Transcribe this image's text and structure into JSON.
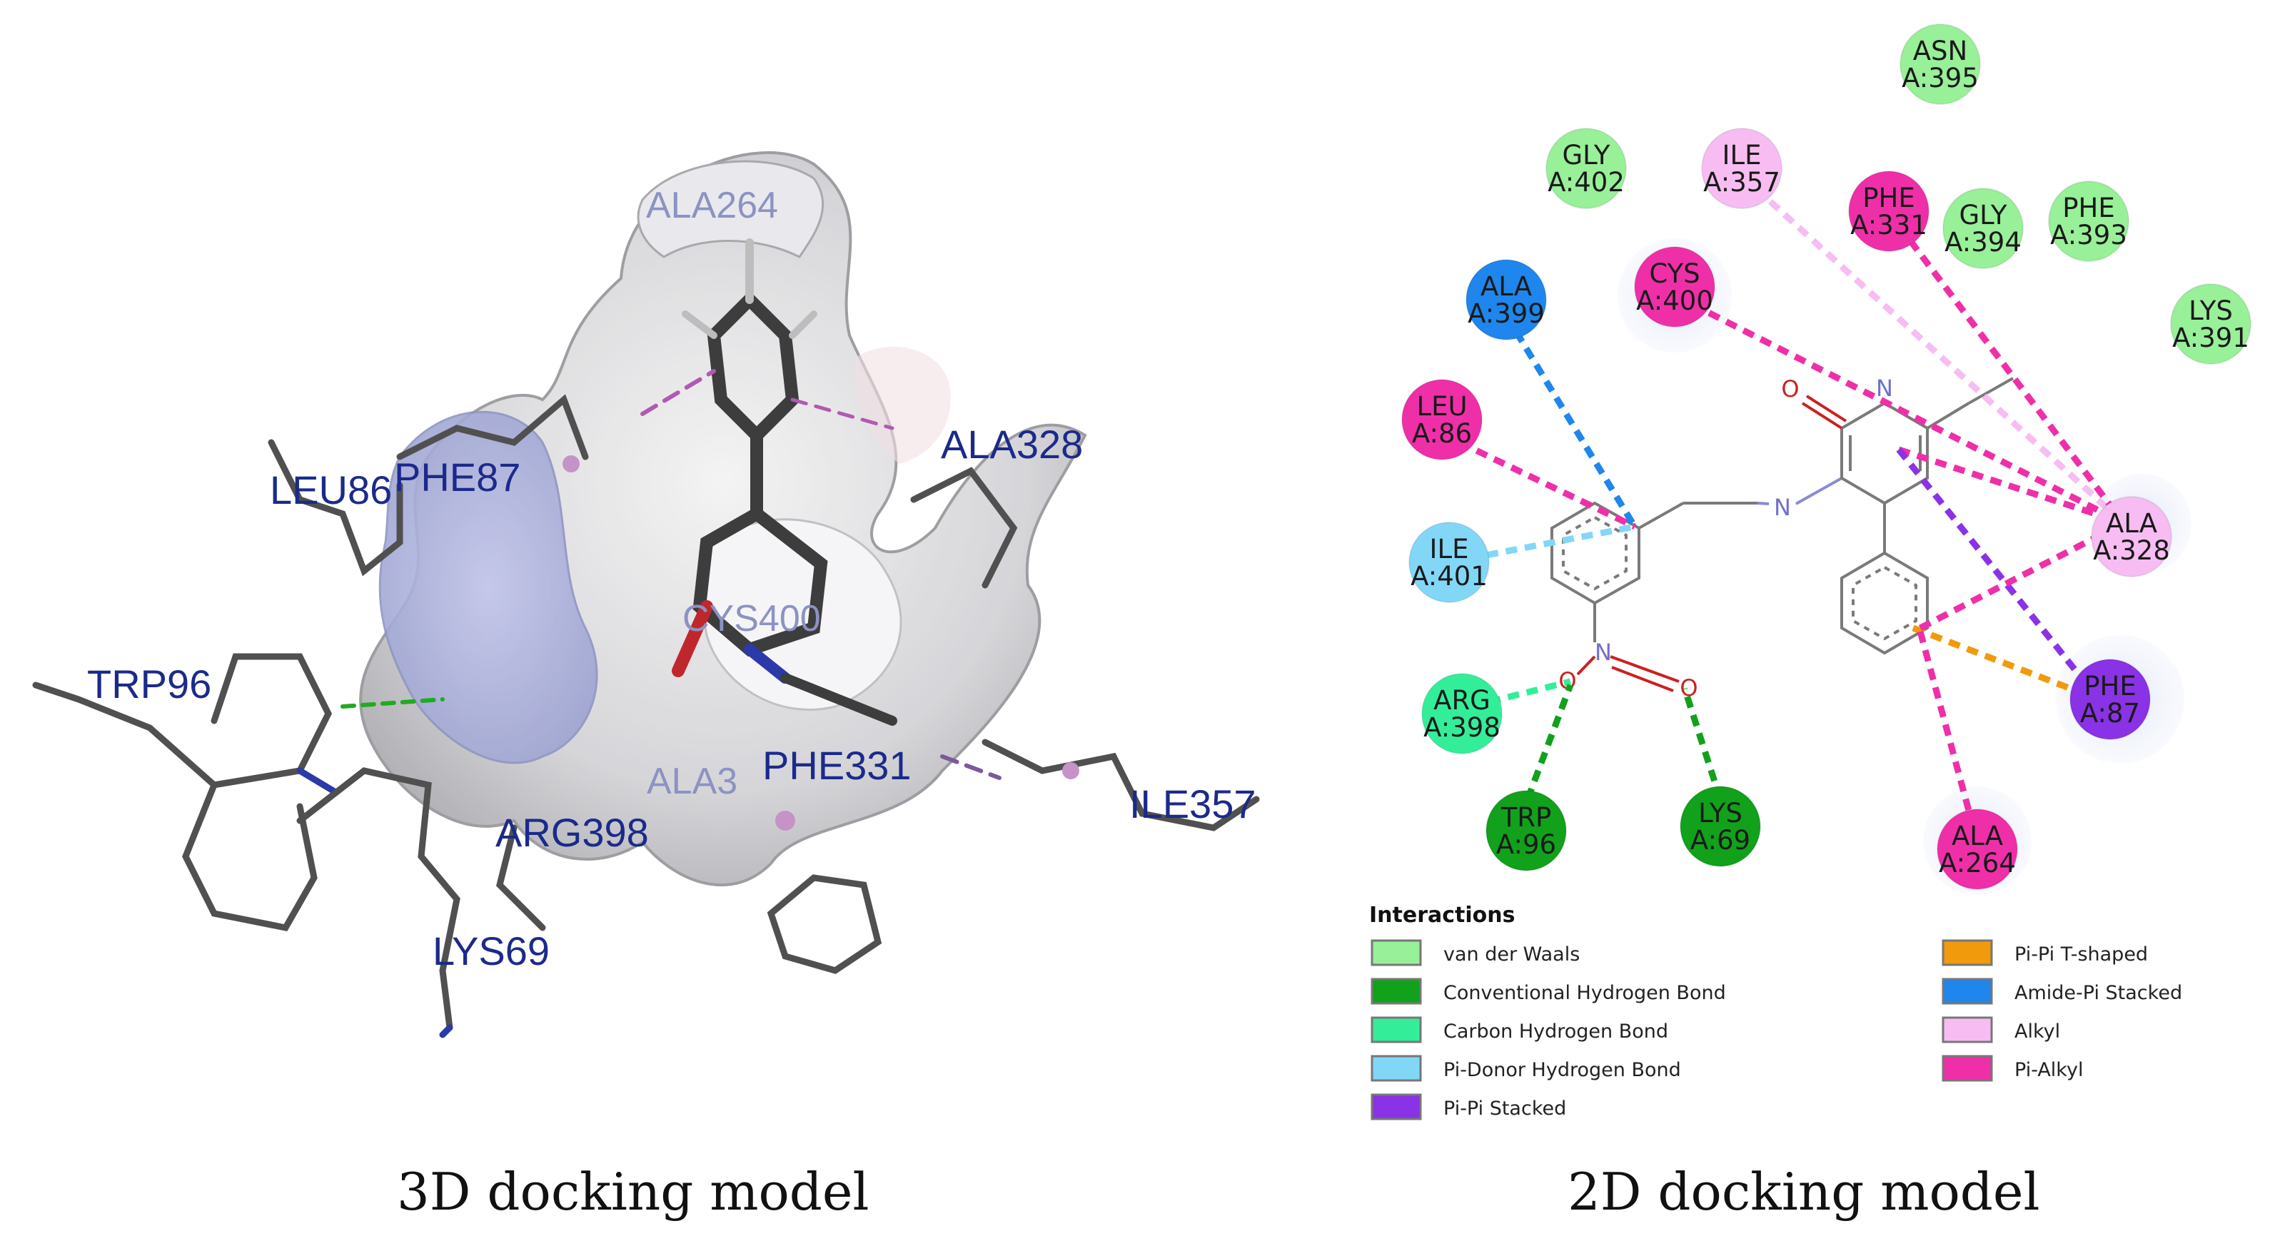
{
  "captions": {
    "left": "3D docking model",
    "right": "2D docking model"
  },
  "model_3d": {
    "residues": [
      {
        "key": "ala264",
        "label": "ALA264",
        "faint": true
      },
      {
        "key": "ala328",
        "label": "ALA328",
        "faint": false
      },
      {
        "key": "leu86",
        "label": "LEU86",
        "faint": false
      },
      {
        "key": "phe87",
        "label": "PHE87",
        "faint": false
      },
      {
        "key": "cys400",
        "label": "CYS400",
        "faint": true
      },
      {
        "key": "trp96",
        "label": "TRP96",
        "faint": false
      },
      {
        "key": "ala_cut",
        "label": "ALA3",
        "faint": true
      },
      {
        "key": "phe331",
        "label": "PHE331",
        "faint": false
      },
      {
        "key": "arg398",
        "label": "ARG398",
        "faint": false
      },
      {
        "key": "ile357",
        "label": "ILE357",
        "faint": false
      },
      {
        "key": "lys69",
        "label": "LYS69",
        "faint": false
      }
    ]
  },
  "model_2d": {
    "atoms": {
      "o": "O",
      "n": "N"
    },
    "residues": [
      {
        "key": "asn395",
        "name": "ASN",
        "id": "A:395",
        "type": "van der Waals"
      },
      {
        "key": "gly402",
        "name": "GLY",
        "id": "A:402",
        "type": "van der Waals"
      },
      {
        "key": "ile357",
        "name": "ILE",
        "id": "A:357",
        "type": "Alkyl"
      },
      {
        "key": "phe331",
        "name": "PHE",
        "id": "A:331",
        "type": "Pi-Alkyl"
      },
      {
        "key": "gly394",
        "name": "GLY",
        "id": "A:394",
        "type": "van der Waals"
      },
      {
        "key": "phe393",
        "name": "PHE",
        "id": "A:393",
        "type": "van der Waals"
      },
      {
        "key": "ala399",
        "name": "ALA",
        "id": "A:399",
        "type": "Amide-Pi Stacked"
      },
      {
        "key": "cys400",
        "name": "CYS",
        "id": "A:400",
        "type": "Pi-Alkyl"
      },
      {
        "key": "lys391",
        "name": "LYS",
        "id": "A:391",
        "type": "van der Waals"
      },
      {
        "key": "leu86",
        "name": "LEU",
        "id": "A:86",
        "type": "Pi-Alkyl"
      },
      {
        "key": "ala328",
        "name": "ALA",
        "id": "A:328",
        "type": "Alkyl"
      },
      {
        "key": "ile401",
        "name": "ILE",
        "id": "A:401",
        "type": "Pi-Donor Hydrogen Bond"
      },
      {
        "key": "phe87",
        "name": "PHE",
        "id": "A:87",
        "type": "Pi-Pi Stacked"
      },
      {
        "key": "arg398",
        "name": "ARG",
        "id": "A:398",
        "type": "Carbon Hydrogen Bond"
      },
      {
        "key": "trp96",
        "name": "TRP",
        "id": "A:96",
        "type": "Conventional Hydrogen Bond"
      },
      {
        "key": "lys69",
        "name": "LYS",
        "id": "A:69",
        "type": "Conventional Hydrogen Bond"
      },
      {
        "key": "ala264",
        "name": "ALA",
        "id": "A:264",
        "type": "Pi-Alkyl"
      }
    ]
  },
  "legend": {
    "title": "Interactions",
    "items": [
      {
        "key": "vdw",
        "label": "van der Waals",
        "color": "#98f098"
      },
      {
        "key": "conv_hb",
        "label": "Conventional Hydrogen Bond",
        "color": "#11a11b"
      },
      {
        "key": "carbon_hb",
        "label": "Carbon Hydrogen Bond",
        "color": "#33ee99"
      },
      {
        "key": "pi_donor",
        "label": "Pi-Donor Hydrogen Bond",
        "color": "#82d7f7"
      },
      {
        "key": "pi_pi",
        "label": "Pi-Pi Stacked",
        "color": "#8a32e6"
      },
      {
        "key": "pi_t",
        "label": "Pi-Pi T-shaped",
        "color": "#f19a0b"
      },
      {
        "key": "amide_pi",
        "label": "Amide-Pi Stacked",
        "color": "#1e86ec"
      },
      {
        "key": "alkyl",
        "label": "Alkyl",
        "color": "#f7bdf2"
      },
      {
        "key": "pi_alkyl",
        "label": "Pi-Alkyl",
        "color": "#ef2fa8"
      }
    ]
  }
}
